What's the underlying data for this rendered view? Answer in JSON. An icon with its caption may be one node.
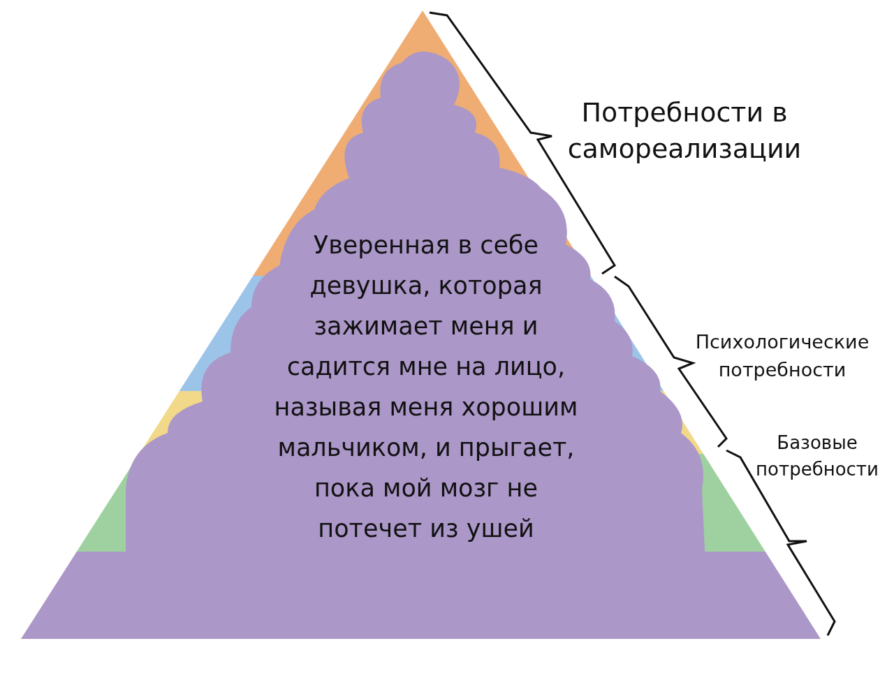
{
  "diagram": {
    "nodes": [
      {
        "text": [
          "Уверенная в себе девушка, которая зажимает меня и садится мне на лицо, называя меня хорошим мальчиком, и прыгает, пока мой мозг не потечет из ушей"
        ]
      }
    ],
    "labels": [
      "Потребности в самореализации",
      "Психологические потребности",
      "Базовые потребности"
    ]
  }
}
